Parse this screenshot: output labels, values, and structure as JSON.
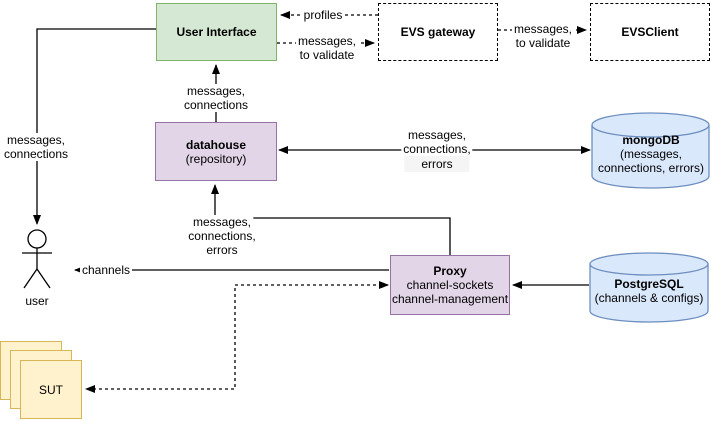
{
  "diagram": {
    "nodes": {
      "user_interface": {
        "title": "User Interface"
      },
      "evs_gateway": {
        "title": "EVS gateway"
      },
      "evs_client": {
        "title": "EVSClient"
      },
      "datahouse": {
        "title": "datahouse",
        "subtitle": "(repository)"
      },
      "mongodb": {
        "title": "mongoDB",
        "subtitle_line1": "(messages,",
        "subtitle_line2": "connections, errors)"
      },
      "proxy": {
        "title": "Proxy",
        "subtitle_line1": "channel-sockets",
        "subtitle_line2": "channel-management"
      },
      "postgresql": {
        "title": "PostgreSQL",
        "subtitle": "(channels & configs)"
      },
      "sut": {
        "title": "SUT"
      },
      "user": {
        "title": "user"
      }
    },
    "edge_labels": {
      "ui_to_user": {
        "line1": "messages,",
        "line2": "connections"
      },
      "datahouse_to_ui": {
        "line1": "messages,",
        "line2": "connections"
      },
      "proxy_to_datahouse": {
        "line1": "messages,",
        "line2": "connections,",
        "line3": "errors"
      },
      "datahouse_mongodb": {
        "line1": "messages,",
        "line2": "connections,",
        "line3": "errors"
      },
      "proxy_to_user": {
        "label": "channels"
      },
      "gateway_to_ui": {
        "label": "profiles"
      },
      "ui_to_gateway": {
        "line1": "messages,",
        "line2": "to validate"
      },
      "gateway_to_client": {
        "line1": "messages,",
        "line2": "to validate"
      }
    },
    "colors": {
      "green_fill": "#d5e8d4",
      "green_stroke": "#82b366",
      "purple_fill": "#e1d5e7",
      "purple_stroke": "#9673a6",
      "blue_fill": "#dae8fc",
      "blue_stroke": "#6c8ebf",
      "yellow_fill": "#fff2cc",
      "yellow_stroke": "#d6b656",
      "line": "#000000",
      "errors_label_bg": "#f5f5f5"
    }
  }
}
